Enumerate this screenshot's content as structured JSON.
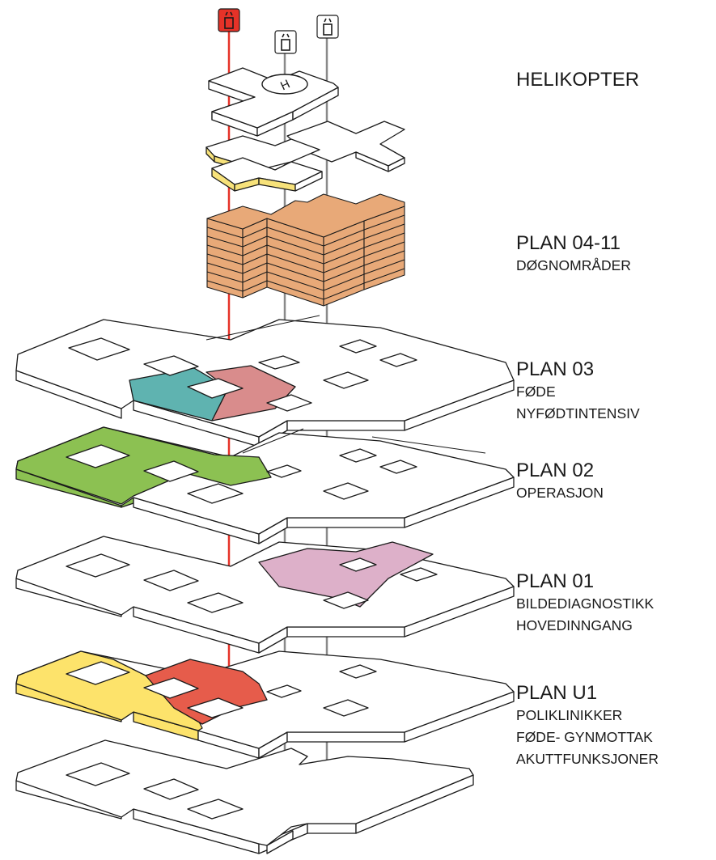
{
  "levels": [
    {
      "id": "helikopter",
      "title": "HELIKOPTER",
      "subtitle": []
    },
    {
      "id": "plan-04-11",
      "title": "PLAN 04-11",
      "subtitle": [
        "DØGNOMRÅDER"
      ]
    },
    {
      "id": "plan-03",
      "title": "PLAN 03",
      "subtitle": [
        "FØDE",
        "NYFØDTINTENSIV"
      ]
    },
    {
      "id": "plan-02",
      "title": "PLAN 02",
      "subtitle": [
        "OPERASJON"
      ]
    },
    {
      "id": "plan-01",
      "title": "PLAN 01",
      "subtitle": [
        "BILDEDIAGNOSTIKK",
        "HOVEDINNGANG"
      ]
    },
    {
      "id": "plan-u1",
      "title": "PLAN U1",
      "subtitle": [
        "POLIKLINIKKER",
        "FØDE- GYNMOTTAK",
        "AKUTTFUNKSJONER"
      ]
    }
  ],
  "helipad_mark": "H",
  "colors": {
    "red_elevator": "#e63228",
    "orange_wards": "#e8a978",
    "yellow_band": "#f7e27a",
    "teal": "#5fb3b0",
    "pink_rose": "#d98c8c",
    "green": "#8cc152",
    "lilac": "#ddb0c9",
    "yellow_u1": "#fde36b",
    "red_u1": "#e65c4b",
    "gray_shaft": "#8a8a8a"
  },
  "icons": [
    "elevator-icon-red",
    "elevator-icon",
    "elevator-icon"
  ]
}
